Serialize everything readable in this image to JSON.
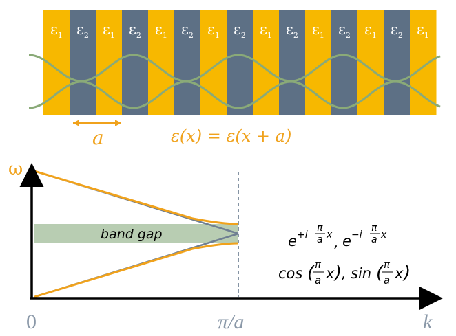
{
  "crystal": {
    "layers": [
      "ε1",
      "ε2",
      "ε1",
      "ε2",
      "ε1",
      "ε2",
      "ε1",
      "ε2",
      "ε1",
      "ε2",
      "ε1",
      "ε2",
      "ε1",
      "ε2",
      "ε1"
    ],
    "layer_symbol": "ε",
    "colors": {
      "eps1": "#f7b800",
      "eps2": "#5d7085",
      "wave": "#8aaa78"
    },
    "period_label": "a",
    "periodicity": "ε(x) = ε(x + a)"
  },
  "band_diagram": {
    "y_axis_label": "ω",
    "x_origin_label": "0",
    "x_edge_label": "π/a",
    "x_axis_label": "k",
    "gap_label": "band gap",
    "colors": {
      "band": "#f0a21c",
      "gap": "#b8cdb2",
      "light_line": "#6f7f92",
      "dashed": "#5d7085"
    },
    "modes": {
      "exp_plus": "e",
      "exp_plus_sup": "+i",
      "exp_minus": "e",
      "exp_minus_sup": "−i",
      "frac_num": "π",
      "frac_den": "a",
      "var": "x",
      "comma": ",",
      "cos": "cos",
      "sin": "sin",
      "open": "(",
      "close": ")"
    }
  }
}
